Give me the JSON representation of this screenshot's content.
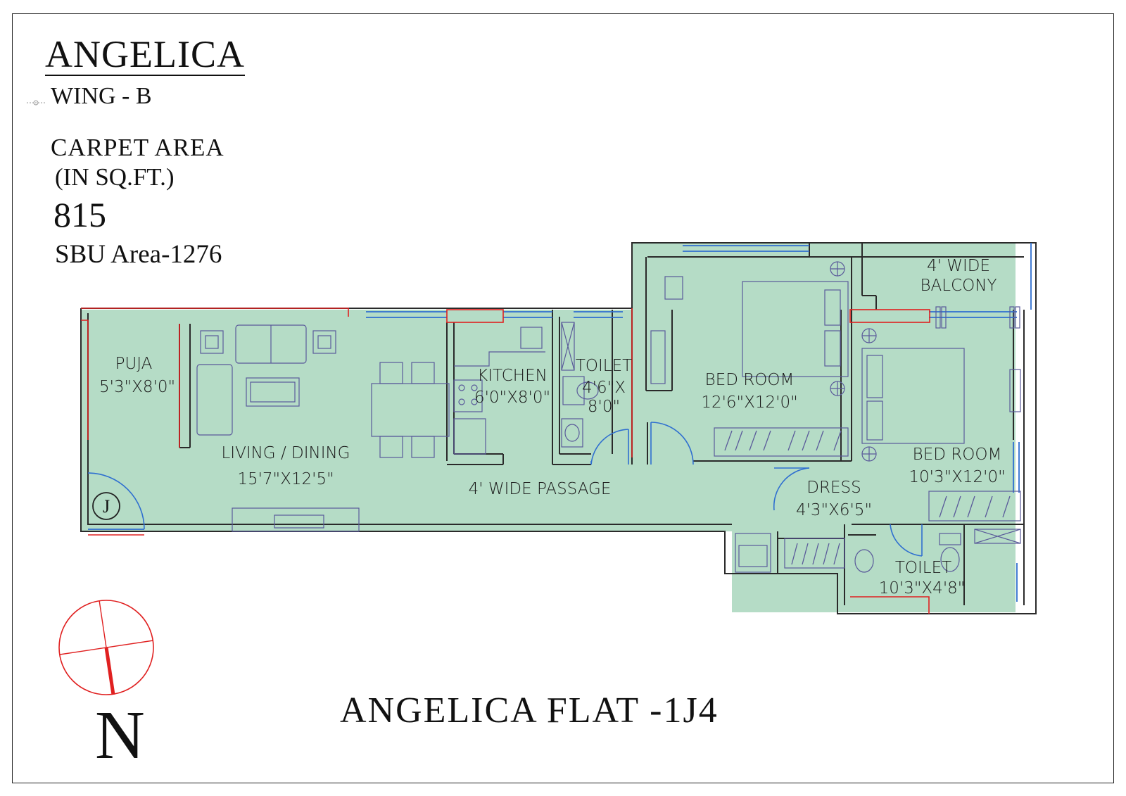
{
  "header": {
    "project_name": "ANGELICA",
    "wing": "WING - B",
    "carpet_area_label": "CARPET AREA",
    "carpet_area_unit": "(IN SQ.FT.)",
    "carpet_area_value": "815",
    "sbu_area": "SBU Area-1276"
  },
  "rooms": {
    "puja_name": "PUJA",
    "puja_size": "5'3\"X8'0\"",
    "living_name": "LIVING / DINING",
    "living_size": "15'7\"X12'5\"",
    "kitchen_name": "KITCHEN",
    "kitchen_size": "6'0\"X8'0\"",
    "toilet1_name": "TOILET",
    "toilet1_size_a": "4'6\"X",
    "toilet1_size_b": "8'0\"",
    "bedroom1_name": "BED ROOM",
    "bedroom1_size": "12'6\"X12'0\"",
    "balcony_line1": "4' WIDE",
    "balcony_line2": "BALCONY",
    "bedroom2_name": "BED ROOM",
    "bedroom2_size": "10'3\"X12'0\"",
    "passage": "4' WIDE PASSAGE",
    "dress_name": "DRESS",
    "dress_size": "4'3\"X6'5\"",
    "toilet2_name": "TOILET",
    "toilet2_size": "10'3\"X4'8\"",
    "entry_marker": "J"
  },
  "footer": {
    "flat_title": "ANGELICA  FLAT -1J4",
    "north_letter": "N"
  },
  "colors": {
    "floor_fill": "#b5dcc6",
    "wall_stroke": "#2a2a2a",
    "furniture_stroke": "#5a5a9a",
    "window_blue": "#2f6fd0",
    "opening_red": "#e02020",
    "compass_red": "#e02020"
  }
}
